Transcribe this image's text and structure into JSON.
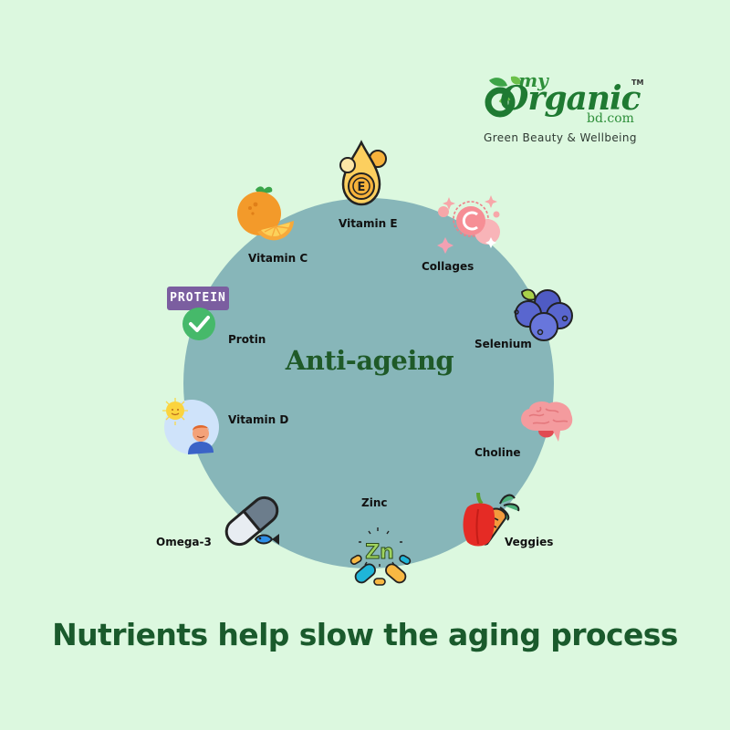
{
  "brand": {
    "prefix": "my",
    "name": "Organic",
    "domain": "bd.com",
    "trademark": "TM",
    "tagline": "Green Beauty & Wellbeing"
  },
  "diagram": {
    "center_title": "Anti-ageing",
    "nutrients": [
      {
        "label": "Vitamin E",
        "icon": "vitamin-e-drop-icon"
      },
      {
        "label": "Collages",
        "icon": "collagen-c-icon"
      },
      {
        "label": "Selenium",
        "icon": "blueberries-icon"
      },
      {
        "label": "Choline",
        "icon": "brain-icon"
      },
      {
        "label": "Veggies",
        "icon": "pepper-carrot-icon"
      },
      {
        "label": "Zinc",
        "icon": "zinc-pills-icon"
      },
      {
        "label": "Omega-3",
        "icon": "fish-oil-capsule-icon"
      },
      {
        "label": "Vitamin D",
        "icon": "sun-person-icon"
      },
      {
        "label": "Protin",
        "icon": "protein-check-icon"
      },
      {
        "label": "Vitamin C",
        "icon": "orange-icon"
      }
    ],
    "protein_badge": "PROTEIN",
    "zinc_symbol": "Zn",
    "vitamin_e_symbol": "E",
    "collagen_symbol": "C"
  },
  "footer": {
    "headline": "Nutrients help slow the aging process"
  },
  "colors": {
    "background": "#dcf8df",
    "circle": "#87b6b9",
    "title_green": "#1f5a28",
    "footer_green": "#1a5a2c"
  }
}
